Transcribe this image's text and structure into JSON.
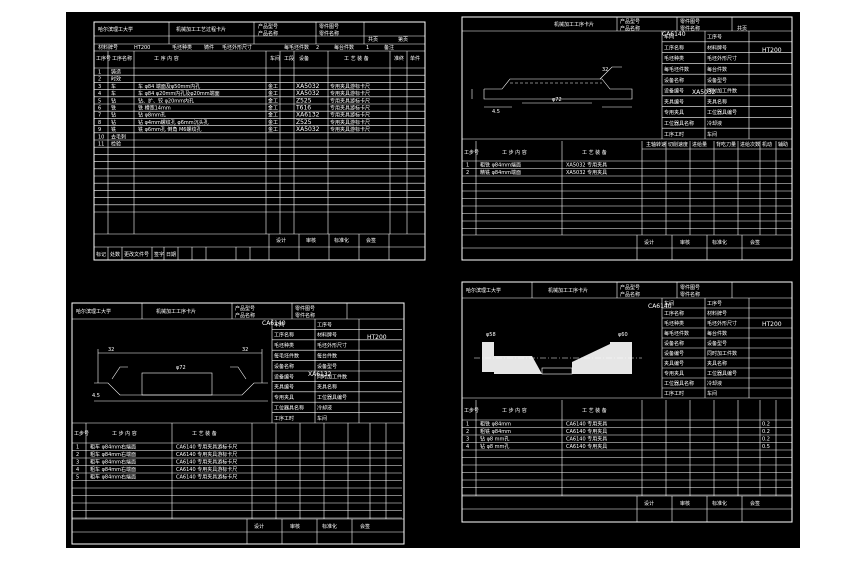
{
  "sheet1": {
    "title": "哈尔滨理工大学",
    "card_title": "机械加工工艺过程卡片",
    "hdr_labels": [
      "产品型号",
      "产品名称",
      "零件图号",
      "零件名称",
      "共页",
      "第页"
    ],
    "row2": [
      "材料牌号",
      "HT200",
      "毛坯种类",
      "铸件",
      "毛坯外形尺寸",
      "每毛坯件数",
      "2",
      "每台件数",
      "1",
      "备注"
    ],
    "col_headers": [
      "工序号",
      "工序名称",
      "工 序 内 容",
      "车间",
      "工段",
      "设备",
      "工 艺 装 备",
      "准终",
      "单件"
    ],
    "rows": [
      {
        "no": "1",
        "name": "铸造",
        "content": "",
        "shop": "",
        "dev": "",
        "equip": ""
      },
      {
        "no": "2",
        "name": "时效",
        "content": "",
        "shop": "",
        "dev": "",
        "equip": ""
      },
      {
        "no": "3",
        "name": "车",
        "content": "车 φ84 端面及φ50mm内孔",
        "shop": "金工",
        "dev": "XA5032",
        "equip": "专用夹具游标卡尺"
      },
      {
        "no": "4",
        "name": "车",
        "content": "车 φ84 φ20mm内孔及φ20mm端面",
        "shop": "金工",
        "dev": "XA5032",
        "equip": "专用夹具游标卡尺"
      },
      {
        "no": "5",
        "name": "钻",
        "content": "钻、扩、铰 φ20mm内孔",
        "shop": "金工",
        "dev": "Z525",
        "equip": "专用夹具游标卡尺"
      },
      {
        "no": "6",
        "name": "铣",
        "content": "铣 槽宽14mm",
        "shop": "金工",
        "dev": "T616",
        "equip": "专用夹具游标卡尺"
      },
      {
        "no": "7",
        "name": "钻",
        "content": "钻 φ8mm孔",
        "shop": "金工",
        "dev": "XA6132",
        "equip": "专用夹具游标卡尺"
      },
      {
        "no": "8",
        "name": "钻",
        "content": "钻 φ4mm螺纹孔 φ6mm沉头孔",
        "shop": "金工",
        "dev": "Z525",
        "equip": "专用夹具游标卡尺"
      },
      {
        "no": "9",
        "name": "铣",
        "content": "铣 φ6mm孔 倒角 M6螺纹孔",
        "shop": "金工",
        "dev": "XA5032",
        "equip": "专用夹具游标卡尺"
      },
      {
        "no": "10",
        "name": "去毛刺",
        "content": "",
        "shop": "",
        "dev": "",
        "equip": ""
      },
      {
        "no": "11",
        "name": "检验",
        "content": "",
        "shop": "",
        "dev": "",
        "equip": ""
      }
    ],
    "footer": [
      "设计",
      "审核",
      "标准化",
      "会签"
    ],
    "sign": [
      "标记",
      "处数",
      "更改文件号",
      "签字",
      "日期"
    ]
  },
  "sheet2": {
    "card_title": "机械加工工序卡片",
    "hdr_labels": [
      "产品型号",
      "产品名称",
      "零件图号",
      "零件名称",
      "共页",
      "第页"
    ],
    "machine": "CA6140",
    "material": "HT200",
    "device": "XA5032",
    "dims": [
      "32",
      "φ72",
      "4.5"
    ],
    "info_labels": [
      "车间",
      "工序号",
      "工序名称",
      "材料牌号",
      "毛坯种类",
      "毛坯外形尺寸",
      "每毛坯件数",
      "每台件数",
      "设备名称",
      "设备型号",
      "设备编号",
      "同时加工件数",
      "夹具编号",
      "夹具名称",
      "专用夹具",
      "工位器具编号",
      "工位器具名称",
      "冷却液",
      "工序工时"
    ],
    "step_headers": [
      "工步号",
      "工 步 内 容",
      "工 艺 装 备",
      "主轴转速",
      "切削速度",
      "进给量",
      "背吃刀量",
      "进给次数",
      "机动",
      "辅助"
    ],
    "steps": [
      {
        "no": "1",
        "content": "粗铣 φ84mm端面",
        "equip": "XA5032 专用夹具"
      },
      {
        "no": "2",
        "content": "精铣 φ84mm端面",
        "equip": "XA5032 专用夹具"
      }
    ]
  },
  "sheet3": {
    "title": "哈尔滨理工大学",
    "card_title": "机械加工工序卡片",
    "machine": "CA6140",
    "material": "HT200",
    "device": "XA6132",
    "dims": [
      "32",
      "32",
      "φ72",
      "4.5"
    ],
    "steps": [
      {
        "no": "1",
        "content": "粗车 φ84mm右端面",
        "equip": "CA6140 专用夹具游标卡尺"
      },
      {
        "no": "2",
        "content": "粗车 φ84mm右端面",
        "equip": "CA6140 专用夹具游标卡尺"
      },
      {
        "no": "3",
        "content": "粗车 φ84mm右端面",
        "equip": "CA6140 专用夹具游标卡尺"
      },
      {
        "no": "4",
        "content": "粗车 φ84mm右端面",
        "equip": "CA6140 专用夹具游标卡尺"
      },
      {
        "no": "5",
        "content": "粗车 φ84mm右端面",
        "equip": "CA6140 专用夹具游标卡尺"
      }
    ]
  },
  "sheet4": {
    "title": "哈尔滨理工大学",
    "card_title": "机械加工工序卡片",
    "machine": "CA6140",
    "material": "HT200",
    "dims": [
      "φ58",
      "φ60"
    ],
    "steps": [
      {
        "no": "1",
        "content": "粗铣 φ84mm",
        "equip": "CA6140 专用夹具"
      },
      {
        "no": "2",
        "content": "粗铣 φ84mm",
        "equip": "CA6140 专用夹具"
      },
      {
        "no": "3",
        "content": "钻 φ8 mm孔",
        "equip": "CA6140 专用夹具"
      },
      {
        "no": "4",
        "content": "钻 φ8 mm孔",
        "equip": "CA6140 专用夹具"
      }
    ],
    "vals": [
      "0.2",
      "0.2",
      "0.2",
      "0.5"
    ]
  }
}
